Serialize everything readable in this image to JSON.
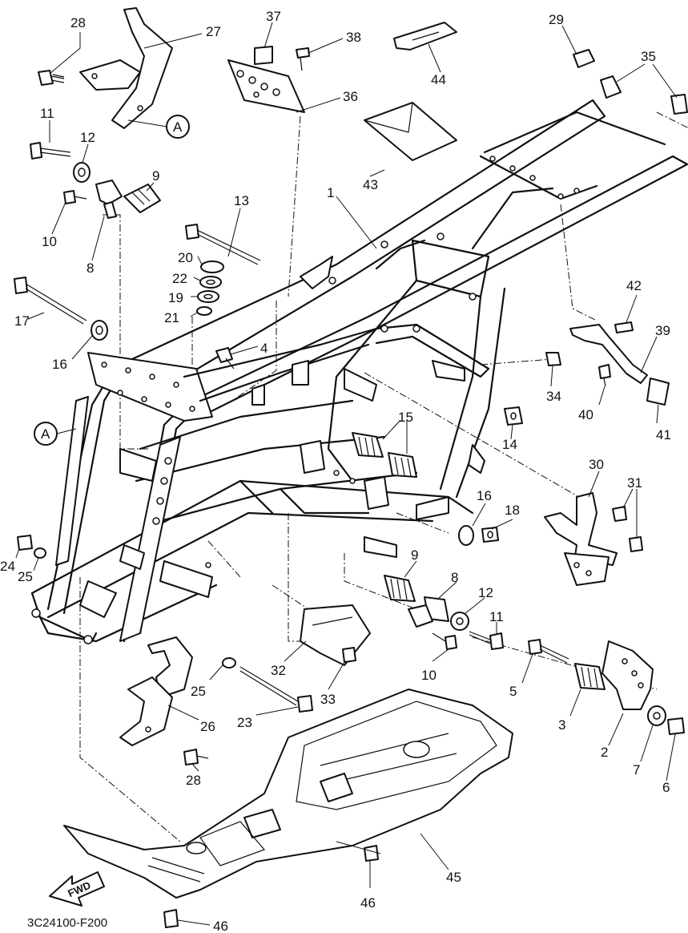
{
  "diagram": {
    "drawing_code": "3C24100-F200",
    "fwd_arrow_label": "FWD",
    "reference_letters": [
      {
        "id": "ref-a-top",
        "letter": "A"
      },
      {
        "id": "ref-a-left",
        "letter": "A"
      }
    ],
    "callouts": [
      {
        "number": "28"
      },
      {
        "number": "27"
      },
      {
        "number": "37"
      },
      {
        "number": "38"
      },
      {
        "number": "44"
      },
      {
        "number": "29"
      },
      {
        "number": "35"
      },
      {
        "number": "36"
      },
      {
        "number": "11"
      },
      {
        "number": "12"
      },
      {
        "number": "9"
      },
      {
        "number": "10"
      },
      {
        "number": "8"
      },
      {
        "number": "43"
      },
      {
        "number": "13"
      },
      {
        "number": "1"
      },
      {
        "number": "20"
      },
      {
        "number": "22"
      },
      {
        "number": "19"
      },
      {
        "number": "21"
      },
      {
        "number": "17"
      },
      {
        "number": "16"
      },
      {
        "number": "4"
      },
      {
        "number": "42"
      },
      {
        "number": "39"
      },
      {
        "number": "34"
      },
      {
        "number": "40"
      },
      {
        "number": "14"
      },
      {
        "number": "41"
      },
      {
        "number": "15"
      },
      {
        "number": "30"
      },
      {
        "number": "31"
      },
      {
        "number": "16"
      },
      {
        "number": "18"
      },
      {
        "number": "24"
      },
      {
        "number": "25"
      },
      {
        "number": "9"
      },
      {
        "number": "8"
      },
      {
        "number": "12"
      },
      {
        "number": "11"
      },
      {
        "number": "32"
      },
      {
        "number": "10"
      },
      {
        "number": "5"
      },
      {
        "number": "25"
      },
      {
        "number": "33"
      },
      {
        "number": "26"
      },
      {
        "number": "23"
      },
      {
        "number": "3"
      },
      {
        "number": "2"
      },
      {
        "number": "7"
      },
      {
        "number": "6"
      },
      {
        "number": "28"
      },
      {
        "number": "45"
      },
      {
        "number": "46"
      },
      {
        "number": "46"
      }
    ]
  }
}
